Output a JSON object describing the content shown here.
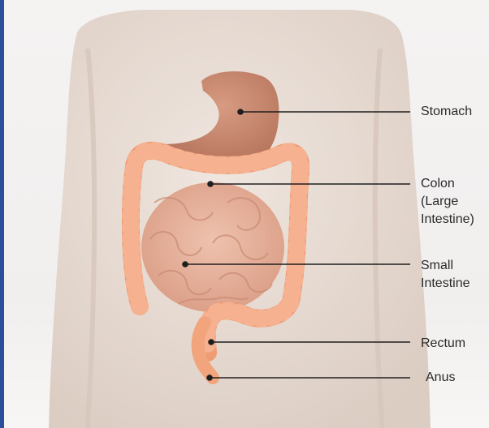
{
  "labels": {
    "stomach": "Stomach",
    "colon": [
      "Colon",
      "(Large",
      "Intestine)"
    ],
    "small_intestine": [
      "Small",
      "Intestine"
    ],
    "rectum": "Rectum",
    "anus": "Anus"
  },
  "colors": {
    "frame_edge": "#2c4f9c",
    "skin": "#e8dcd4",
    "stomach": "#c98a70",
    "colon": "#ef9c74",
    "small_intestine": "#e4b29d",
    "leader_line": "#1f1f1f"
  }
}
